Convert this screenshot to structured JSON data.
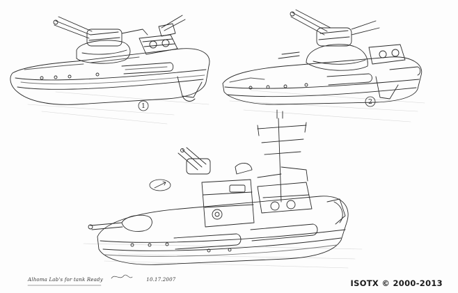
{
  "artwork": {
    "subject": "pencil-concept-sheet-armored-river-boats",
    "variant_labels": [
      "1",
      "2"
    ],
    "caption": "Alhoma Lab's for tank Ready",
    "signature_date": "10.17.2007",
    "copyright": "ISOTX © 2000-2013"
  }
}
